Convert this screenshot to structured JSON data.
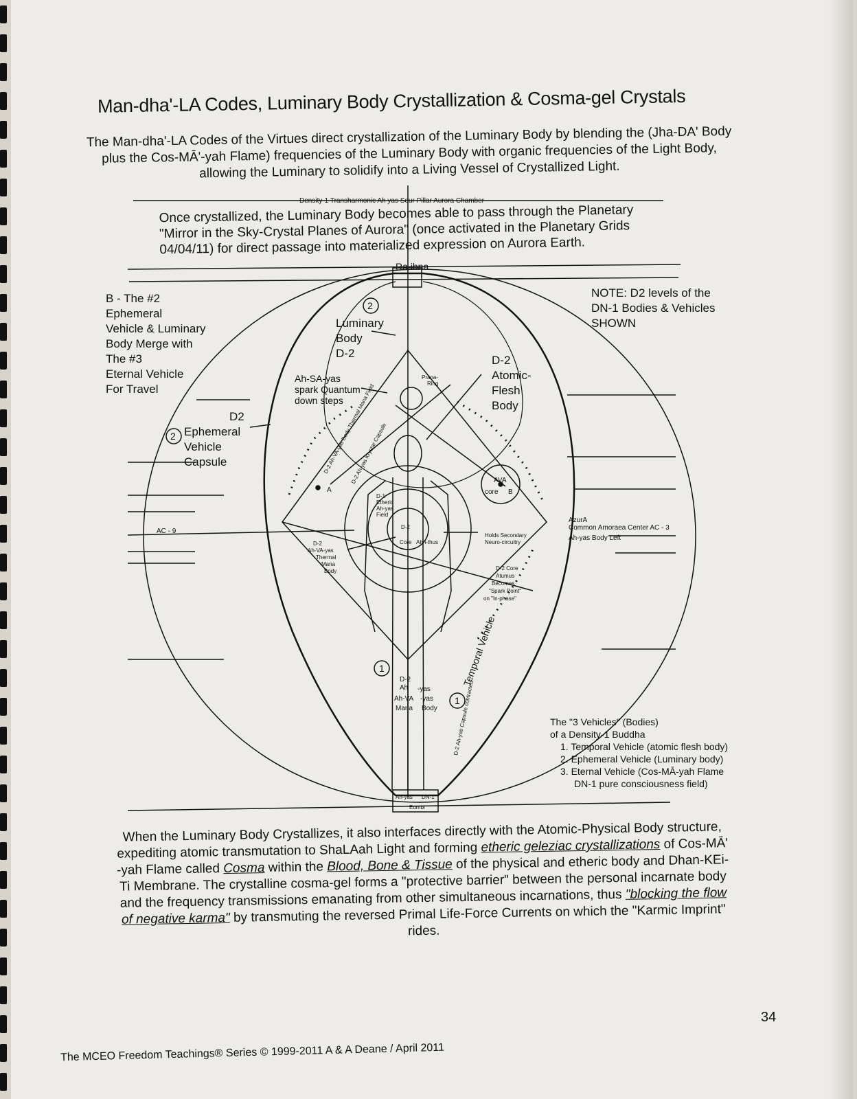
{
  "page": {
    "title": "Man-dha'-LA Codes, Luminary Body Crystallization & Cosma-gel Crystals",
    "intro": "The Man-dha'-LA Codes of the Virtues direct crystallization of the Luminary Body by blending the (Jha-DA' Body plus the Cos-MĀ'-yah Flame) frequencies of the Luminary Body with organic frequencies of the Light Body, allowing the Luminary to solidify into a Living Vessel of Crystallized Light.",
    "once_crystallized": "Once crystallized, the Luminary Body becomes able to pass through the Planetary \"Mirror in the Sky-Crystal Planes of Aurora\" (once activated in the Planetary Grids 04/04/11) for direct passage into materialized expression on Aurora Earth.",
    "outro_parts": [
      "When the Luminary Body Crystallizes, it also interfaces directly with the Atomic-Physical Body structure, expediting atomic transmutation to ShaLAah Light and forming ",
      "etheric geleziac crystallizations",
      " of Cos-MĀ' -yah Flame called ",
      "Cosma",
      " within the ",
      "Blood, Bone & Tissue",
      " of the physical and etheric body and Dhan-KEi-Ti Membrane. The crystalline cosma-gel forms a \"protective barrier\" between the personal incarnate body and the frequency transmissions emanating from other simultaneous incarnations, thus ",
      "\"blocking the flow of negative karma\"",
      " by transmuting the reversed Primal Life-Force Currents on which the \"Karmic Imprint\" rides."
    ],
    "footer": "The MCEO Freedom Teachings® Series © 1999-2011 A & A Deane / April 2011",
    "page_number": "34"
  },
  "diagram": {
    "top_chamber": "Density-1 Transharmonic Ah yas Seur Pillar Aurora Chamber",
    "top_box": "Ra  ihna",
    "bottom_box_left": "Ah-yas",
    "bottom_box_right": "DN-1",
    "bottom_box_below": "Eumbi",
    "b_label": [
      "B - The #2",
      "Ephemeral",
      "Vehicle & Luminary",
      "Body Merge with",
      "The #3",
      "Eternal Vehicle",
      "For Travel"
    ],
    "note": [
      "NOTE:  D2 levels of the",
      "DN-1 Bodies & Vehicles",
      "SHOWN"
    ],
    "luminary": [
      "Luminary",
      "Body",
      "D-2"
    ],
    "atomic": [
      "D-2",
      "Atomic-",
      "Flesh",
      "Body"
    ],
    "ahsa": [
      "Ah-SA-yas",
      "spark Quantum",
      "down steps"
    ],
    "ephemeral": [
      "D2",
      "Ephemeral",
      "Vehicle",
      "Capsule"
    ],
    "circled_2": "2",
    "circled_1": "1",
    "ac9": "AC - 9",
    "azura": [
      "AzurA",
      "Common Amoraea Center  AC - 3",
      "Ah-yas Body Left"
    ],
    "ava": "AVA",
    "core_b": "core",
    "b_point": "B",
    "a_point": "A",
    "holds": [
      "Holds Secondary",
      "Neuro-circuitry"
    ],
    "d2core": [
      "D-2 Core",
      "Atumus",
      "Becomes",
      "\"Spark Point\"",
      "on \"In-phase\""
    ],
    "thermal": [
      "D-2",
      "Ah-VA-yas",
      "Thermal",
      "Mana",
      "Body"
    ],
    "d2_inner": "D-2",
    "core_inner": "Core",
    "ahi_inner": "Ah-i-thus",
    "d1_field": [
      "D-1",
      "Etheric",
      "Ah-yas",
      "Field"
    ],
    "diag_body_thermal": "D-2 Ah-VA-yas Body Thermal Mana Field",
    "diag_krystar": "D-2 Ah-yas Krystar Capsule",
    "prana": [
      "Prana-",
      "Ring"
    ],
    "bottom_vehicle": [
      "D-2",
      "Ah",
      "-yas",
      "Ah-VA",
      "-yas",
      "Mana",
      "Body"
    ],
    "temporal": "Temporal Vehicle",
    "contracted": "D-2 Ah-yas Capsule contracted",
    "three_vehicles": [
      "The \"3 Vehicles\" (Bodies)",
      "of a Density-1 Buddha",
      "1.  Temporal Vehicle (atomic flesh body)",
      "2.  Ephemeral Vehicle (Luminary body)",
      "3.  Eternal Vehicle (Cos-MĀ-yah Flame",
      "DN-1 pure consciousness field)"
    ]
  },
  "colors": {
    "paper": "#eeece8",
    "ink": "#111111",
    "background": "#d8d4cc"
  }
}
